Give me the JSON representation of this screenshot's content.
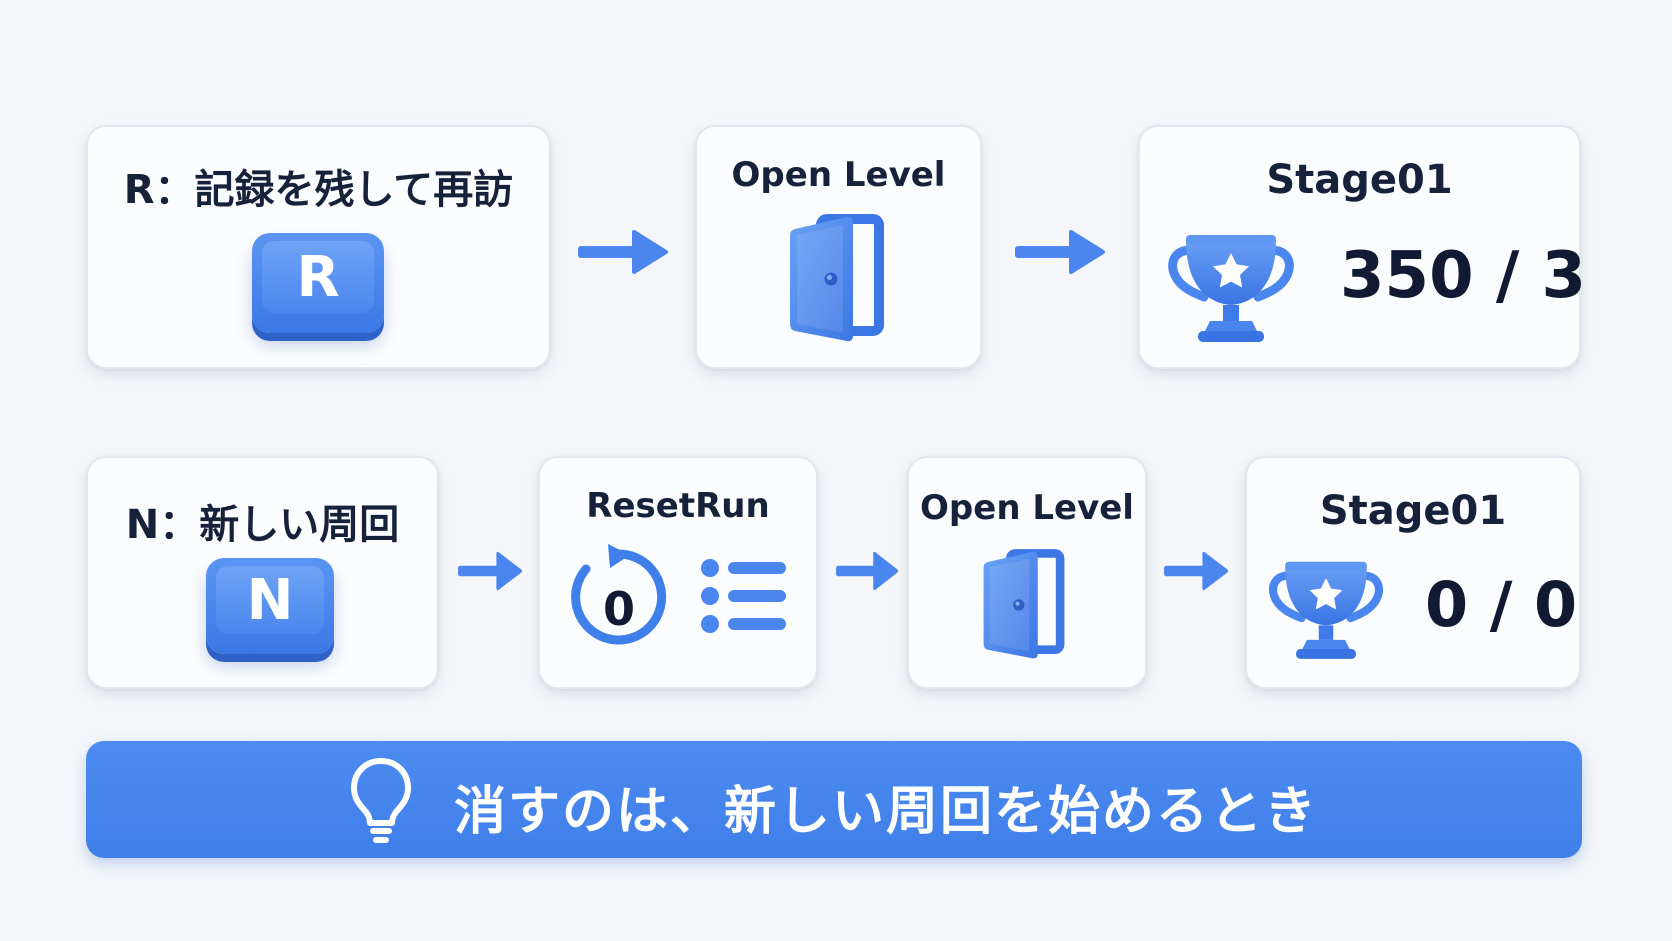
{
  "colors": {
    "accent": "#3f7fe9",
    "text": "#16213a",
    "background": "#f4f6fa"
  },
  "row1": {
    "key_card": {
      "title": "R：記録を残して再訪",
      "key": "R",
      "icon": "keycap-r-icon"
    },
    "open_card": {
      "title": "Open Level",
      "icon": "door-icon"
    },
    "stage_card": {
      "title": "Stage01",
      "score": "350 / 3",
      "icon": "trophy-icon"
    }
  },
  "row2": {
    "key_card": {
      "title": "N：新しい周回",
      "key": "N",
      "icon": "keycap-n-icon"
    },
    "reset_card": {
      "title": "ResetRun",
      "counter": "0",
      "icons": [
        "reset-counter-icon",
        "list-icon"
      ]
    },
    "open_card": {
      "title": "Open Level",
      "icon": "door-icon"
    },
    "stage_card": {
      "title": "Stage01",
      "score": "0 / 0",
      "icon": "trophy-icon"
    }
  },
  "banner": {
    "icon": "lightbulb-icon",
    "text": "消すのは、新しい周回を始めるとき"
  }
}
